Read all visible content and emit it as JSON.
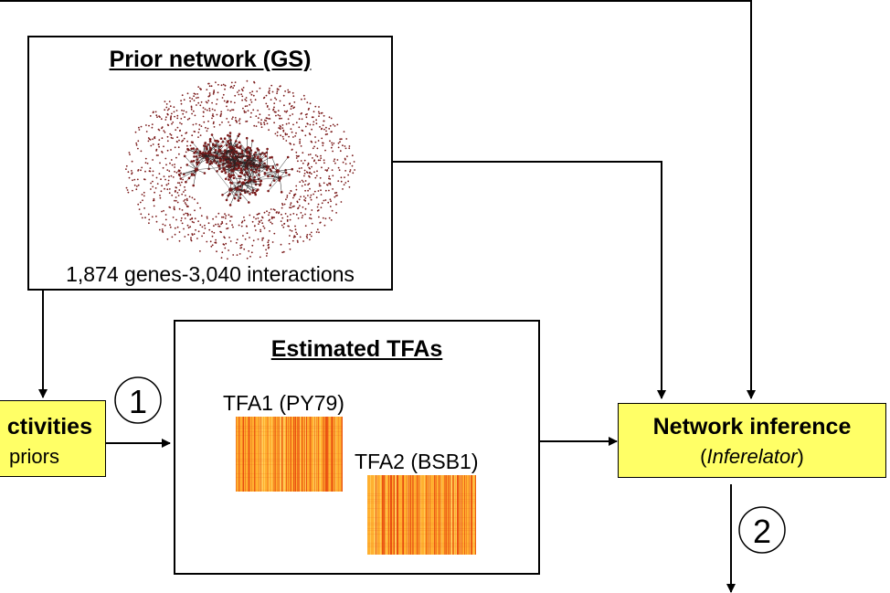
{
  "prior_network": {
    "title": "Prior network (GS)",
    "caption": "1,874 genes-3,040 interactions"
  },
  "estimated_tfas": {
    "title": "Estimated TFAs",
    "tfa1_label": "TFA1 (PY79)",
    "tfa2_label": "TFA2 (BSB1)"
  },
  "activities_box": {
    "line1": "ctivities",
    "line2": "priors"
  },
  "inference_box": {
    "line1": "Network inference",
    "line2_prefix": "(",
    "line2_italic": "Inferelator",
    "line2_suffix": ")"
  },
  "steps": {
    "step1": "1",
    "step2": "2"
  },
  "colors": {
    "box_fill": "#ffff66",
    "network_nodes": "#7a1a1a",
    "heatmap_light": "#ffb030",
    "heatmap_dark": "#e84a10",
    "mark": "#2a7fd4"
  }
}
